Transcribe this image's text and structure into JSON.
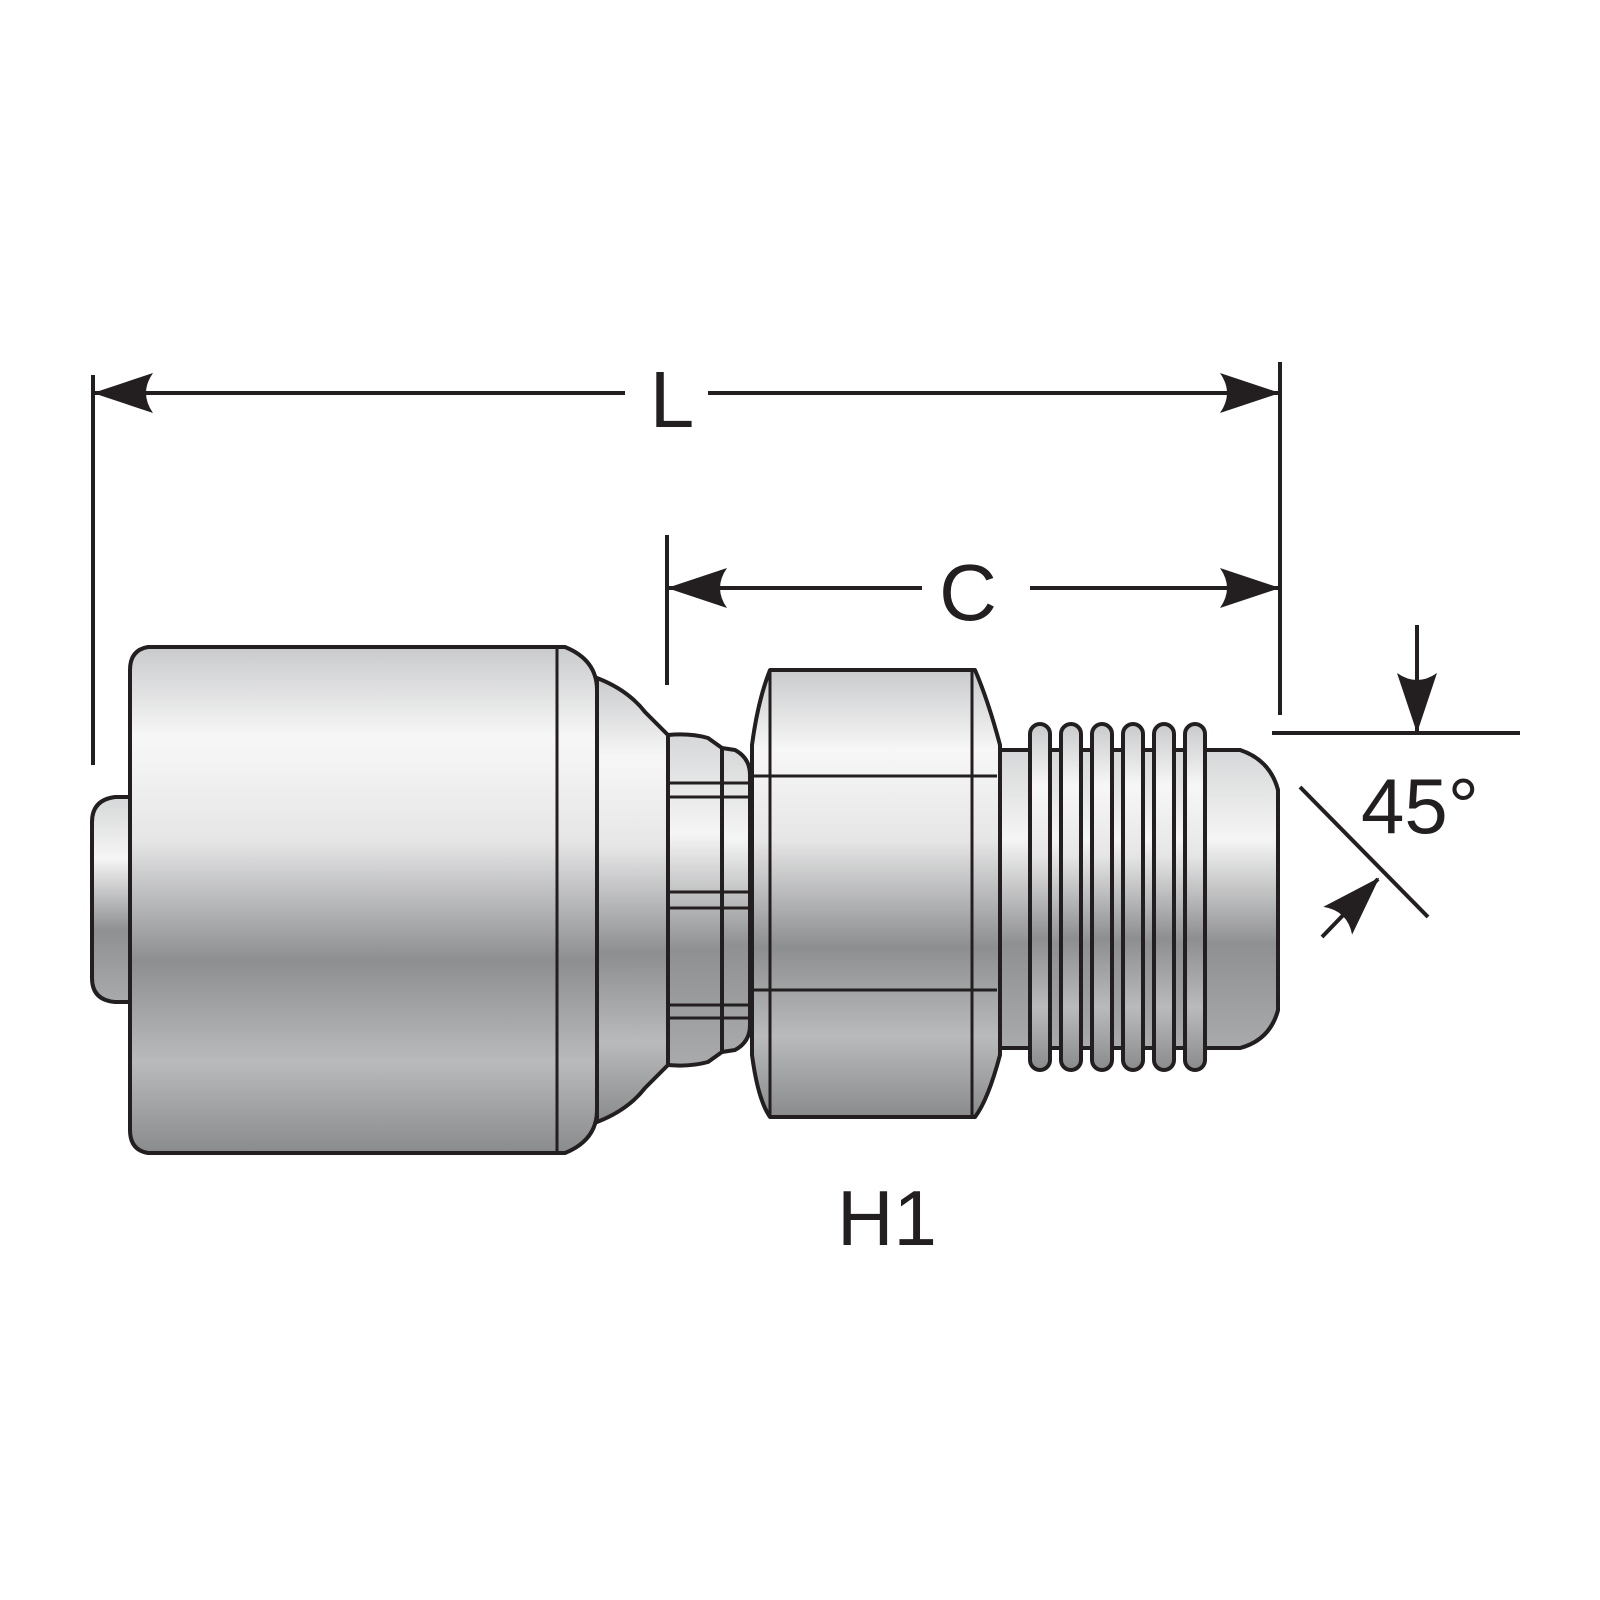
{
  "dimensions": {
    "overall_length_label": "L",
    "cutoff_length_label": "C",
    "angle_label": "45°"
  },
  "part": {
    "hex_label": "H1"
  },
  "colors": {
    "outline": "#231f20",
    "metal_light": "#f4f4f4",
    "metal_mid": "#bdbec0",
    "metal_dark": "#6d6e70",
    "background": "#ffffff"
  }
}
